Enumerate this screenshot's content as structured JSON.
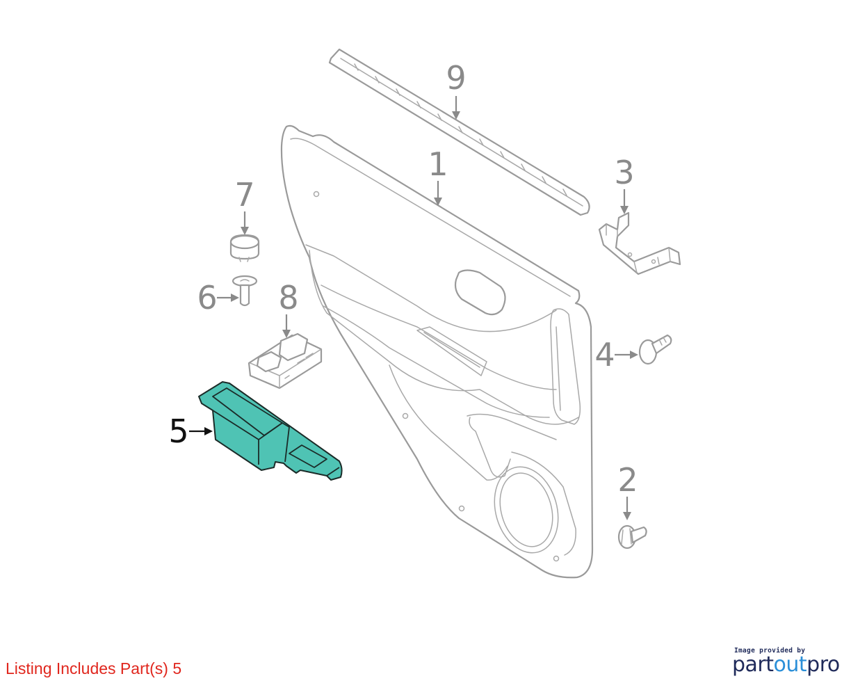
{
  "callouts": {
    "n1": "1",
    "n2": "2",
    "n3": "3",
    "n4": "4",
    "n5": "5",
    "n6": "6",
    "n7": "7",
    "n8": "8",
    "n9": "9"
  },
  "highlight_part": "5",
  "highlight_color": "#4fc3b4",
  "listing_text": "Listing Includes Part(s) 5",
  "listing_color": "#e0261d",
  "credit": {
    "caption": "Image provided by",
    "logo_part1": "part",
    "logo_part2": "out",
    "logo_part3": "pro"
  }
}
